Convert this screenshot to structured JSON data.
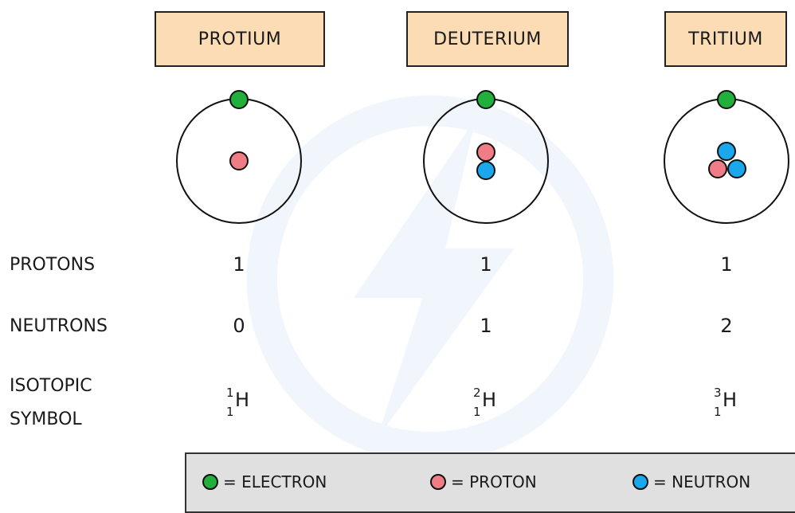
{
  "isotopes": [
    {
      "name": "PROTIUM",
      "protons": "1",
      "neutrons": "0",
      "mass_number": "1",
      "atomic_number": "1",
      "element": "H"
    },
    {
      "name": "DEUTERIUM",
      "protons": "1",
      "neutrons": "1",
      "mass_number": "2",
      "atomic_number": "1",
      "element": "H"
    },
    {
      "name": "TRITIUM",
      "protons": "1",
      "neutrons": "2",
      "mass_number": "3",
      "atomic_number": "1",
      "element": "H"
    }
  ],
  "rows": {
    "protons": "PROTONS",
    "neutrons": "NEUTRONS",
    "symbol_line1": "ISOTOPIC",
    "symbol_line2": "SYMBOL"
  },
  "legend": {
    "electron": "= ELECTRON",
    "proton": "= PROTON",
    "neutron": "= NEUTRON"
  },
  "colors": {
    "electron": "#22b03c",
    "proton": "#f07c86",
    "neutron": "#1aa7ec",
    "label_bg": "#fbdcb4",
    "legend_bg": "#e0e0e0"
  }
}
